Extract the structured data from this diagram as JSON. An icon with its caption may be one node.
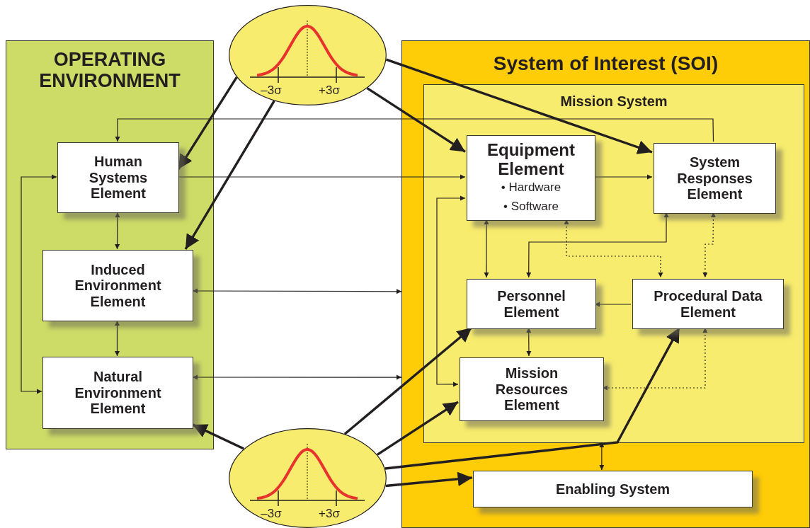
{
  "diagram": {
    "nodes": [
      {
        "text": [
          "OPERATING ENVIRONMENT"
        ]
      },
      {
        "text": [
          "Human Systems Element"
        ],
        "in": 0
      },
      {
        "text": [
          "Induced Environment Element"
        ],
        "in": 0
      },
      {
        "text": [
          "Natural Environment Element"
        ],
        "in": 0
      },
      {
        "text": [
          "–3σ",
          "+3σ"
        ]
      },
      {
        "text": [
          "System of Interest (SOI)"
        ]
      },
      {
        "text": [
          "Mission System"
        ],
        "in": 5
      },
      {
        "text": [
          "Equipment Element",
          "• Hardware",
          "• Software"
        ],
        "in": 6
      },
      {
        "text": [
          "System Responses Element"
        ],
        "in": 6
      },
      {
        "text": [
          "Personnel Element"
        ],
        "in": 6
      },
      {
        "text": [
          "Procedural Data Element"
        ],
        "in": 6
      },
      {
        "text": [
          "Mission Resources Element"
        ],
        "in": 6
      },
      {
        "text": [
          "Enabling System"
        ],
        "in": 5
      },
      {
        "text": [
          "–3σ",
          "+3σ"
        ]
      }
    ],
    "edges": [
      {
        "from": 4,
        "to": 1,
        "arrow": "to",
        "style": "thick"
      },
      {
        "from": 4,
        "to": 2,
        "arrow": "to",
        "style": "thick"
      },
      {
        "from": 4,
        "to": 7,
        "arrow": "to",
        "style": "thick"
      },
      {
        "from": 4,
        "to": 8,
        "arrow": "to",
        "style": "thick"
      },
      {
        "from": 8,
        "to": 1,
        "arrow": "to"
      },
      {
        "from": 1,
        "to": 7,
        "arrow": "to"
      },
      {
        "from": 7,
        "to": 8,
        "arrow": "to"
      },
      {
        "from": 1,
        "to": 2,
        "arrow": "both"
      },
      {
        "from": 2,
        "to": 5,
        "arrow": "both"
      },
      {
        "from": 3,
        "to": 5,
        "arrow": "both"
      },
      {
        "from": 2,
        "to": 3,
        "arrow": "both"
      },
      {
        "from": 1,
        "to": 3,
        "arrow": "both"
      },
      {
        "from": 7,
        "to": 11,
        "arrow": "both"
      },
      {
        "from": 7,
        "to": 9,
        "arrow": "both"
      },
      {
        "from": 8,
        "to": 9,
        "arrow": "both"
      },
      {
        "from": 7,
        "to": 10,
        "arrow": "both",
        "style": "dashed"
      },
      {
        "from": 8,
        "to": 10,
        "arrow": "both",
        "style": "dashed"
      },
      {
        "from": 10,
        "to": 9,
        "arrow": "to"
      },
      {
        "from": 9,
        "to": 11,
        "arrow": "both"
      },
      {
        "from": 10,
        "to": 11,
        "arrow": "both",
        "style": "dashed"
      },
      {
        "from": 6,
        "to": 12,
        "arrow": "both"
      },
      {
        "from": 13,
        "to": 3,
        "arrow": "to",
        "style": "thick"
      },
      {
        "from": 13,
        "to": 9,
        "arrow": "to",
        "style": "thick"
      },
      {
        "from": 13,
        "to": 11,
        "arrow": "to",
        "style": "thick"
      },
      {
        "from": 13,
        "to": 10,
        "arrow": "to",
        "style": "thick"
      },
      {
        "from": 13,
        "to": 12,
        "arrow": "to",
        "style": "thick"
      }
    ]
  }
}
